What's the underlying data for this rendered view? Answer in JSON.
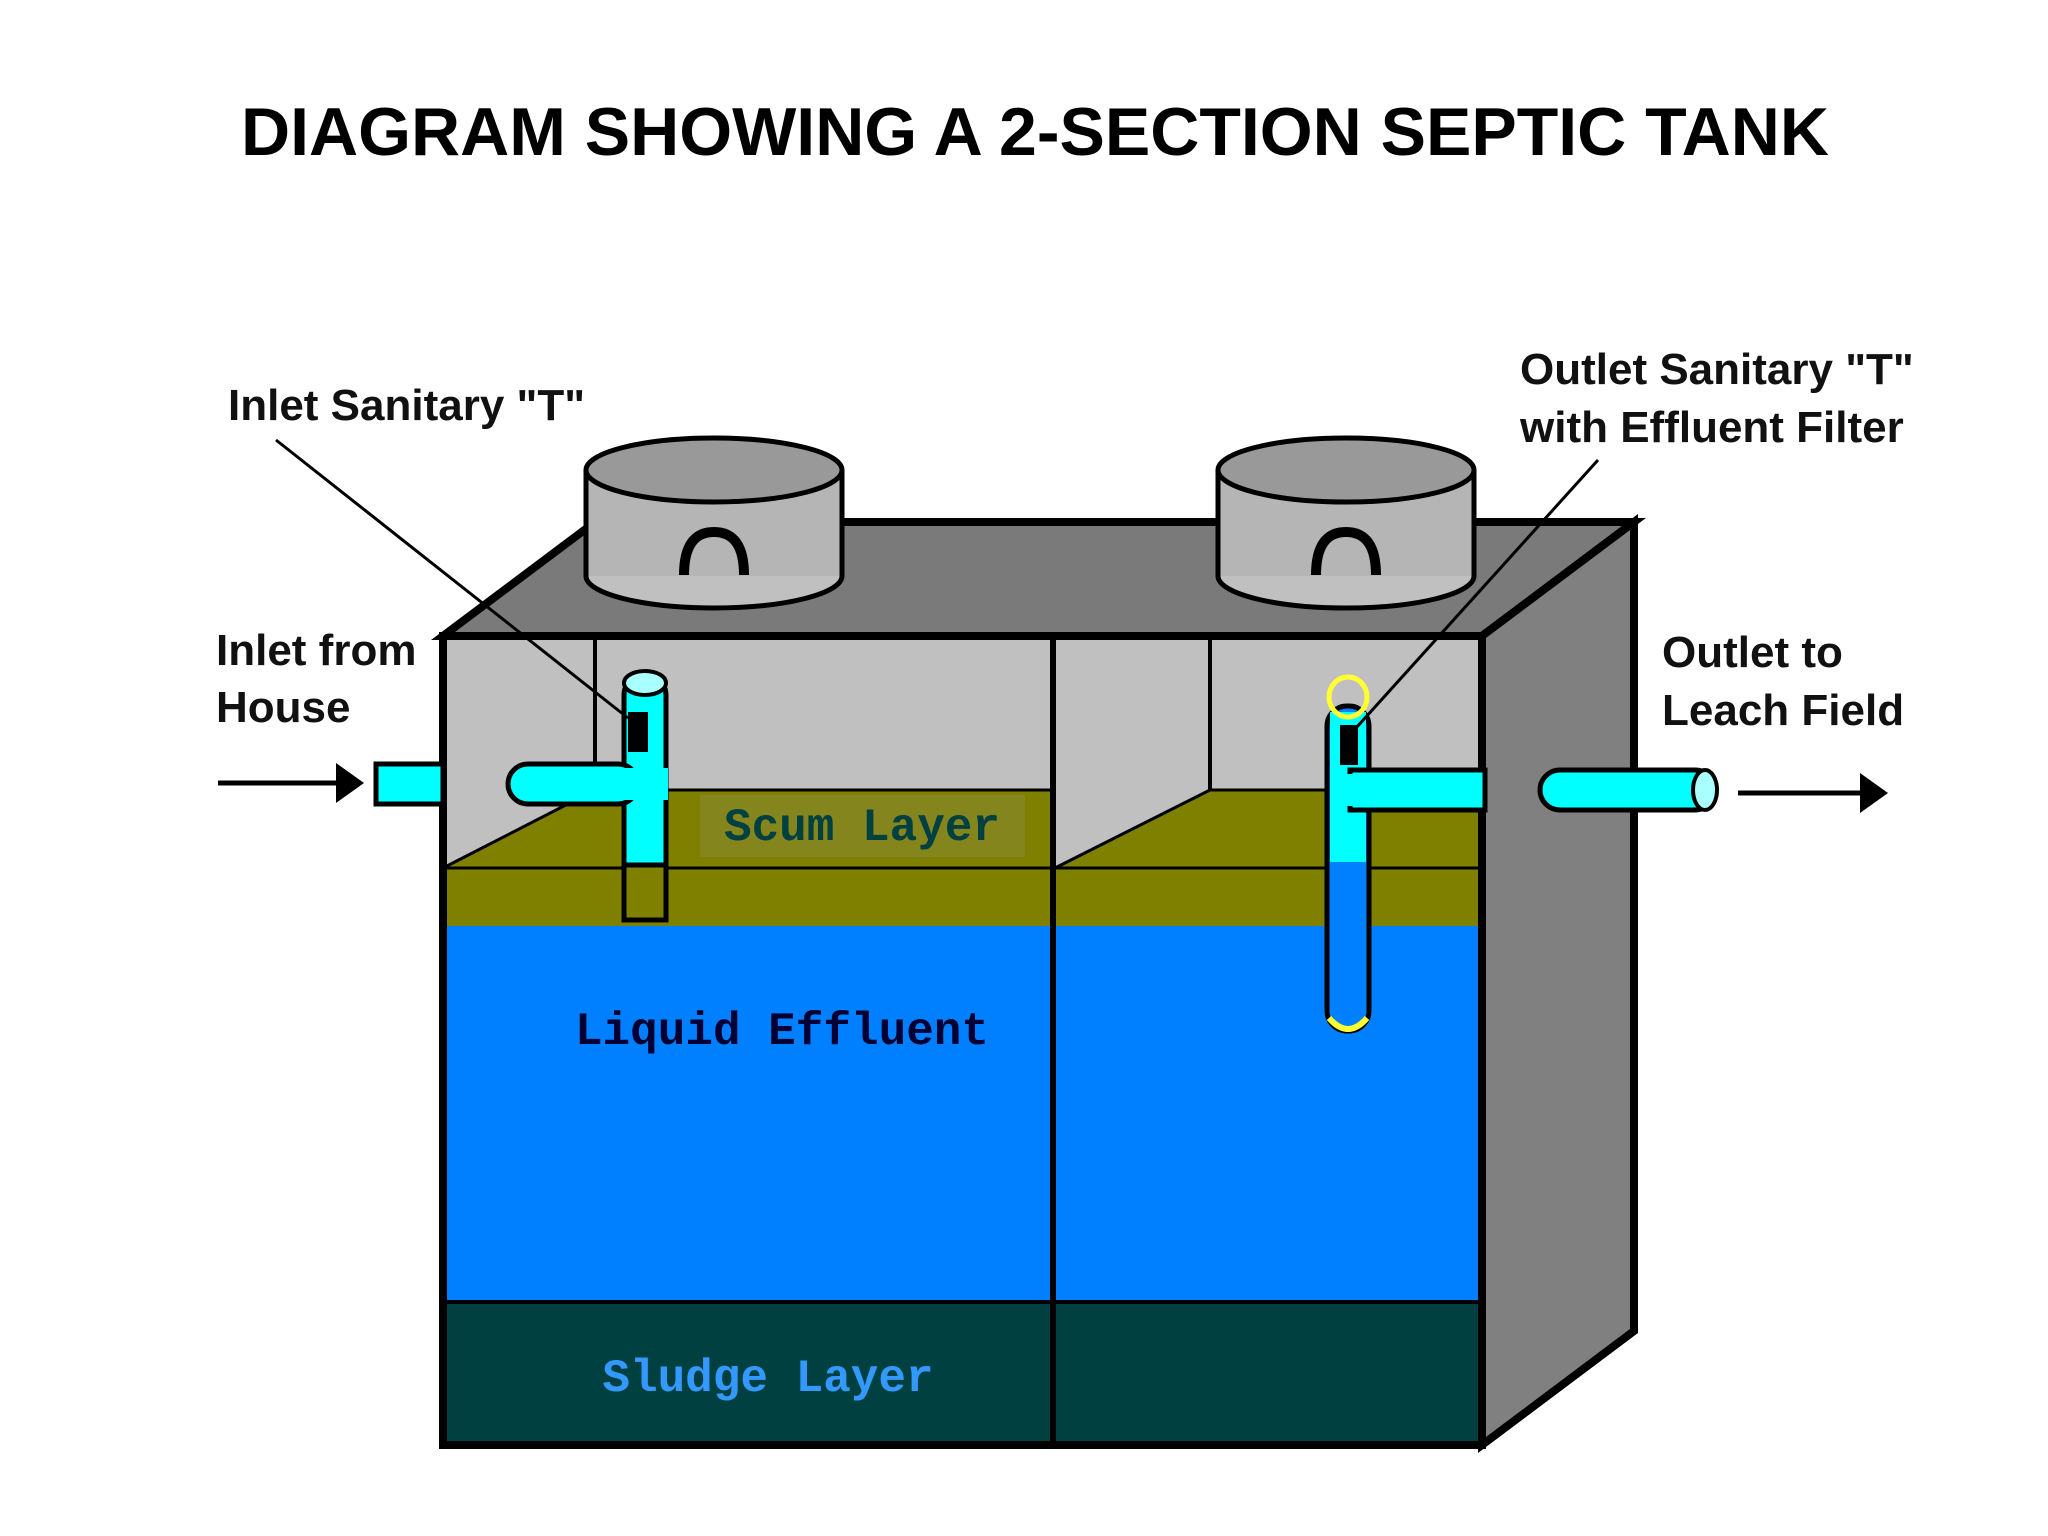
{
  "title": "DIAGRAM SHOWING A 2-SECTION SEPTIC TANK",
  "labels": {
    "inlet_sanitary_t": "Inlet Sanitary \"T\"",
    "outlet_sanitary_t_line1": "Outlet Sanitary \"T\"",
    "outlet_sanitary_t_line2": "with Effluent Filter",
    "inlet_from_line1": "Inlet from",
    "inlet_from_line2": "House",
    "outlet_to_line1": "Outlet to",
    "outlet_to_line2": "Leach Field"
  },
  "layers": {
    "scum": "Scum Layer",
    "liquid": "Liquid Effluent",
    "sludge": "Sludge Layer"
  },
  "colors": {
    "tank_side": "#808080",
    "tank_top": "#7a7a7a",
    "air_space": "#c0c0c0",
    "scum": "#808000",
    "liquid": "#0080ff",
    "sludge": "#004040",
    "pipe": "#00ffff",
    "filter_ring": "#ffff33",
    "sludge_text": "#3399ff",
    "scum_text": "#004040",
    "liquid_text": "#000033"
  },
  "icons": [
    "arrow-right-icon",
    "lid-handle-icon"
  ]
}
